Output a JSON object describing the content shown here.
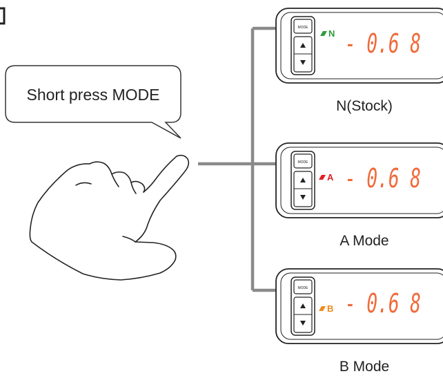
{
  "callout": {
    "text": "Short press MODE"
  },
  "panels": [
    {
      "id": "n",
      "mode_letter": "N",
      "mode_color": "#2e9e3e",
      "display_value": "- 0.6 8",
      "caption": "N(Stock)",
      "button_label": "MODE"
    },
    {
      "id": "a",
      "mode_letter": "A",
      "mode_color": "#e02020",
      "display_value": "- 0.6 8",
      "caption": "A Mode",
      "button_label": "MODE"
    },
    {
      "id": "b",
      "mode_letter": "B",
      "mode_color": "#f08a1c",
      "display_value": "- 0.6 8",
      "caption": "B Mode",
      "button_label": "MODE"
    }
  ],
  "colors": {
    "display_digits": "#f06a3a",
    "arrow": "#8a8a8a",
    "outline": "#222222"
  },
  "icons": {
    "up": "up-arrow-icon",
    "down": "down-arrow-icon",
    "hand": "pointing-hand-icon"
  }
}
